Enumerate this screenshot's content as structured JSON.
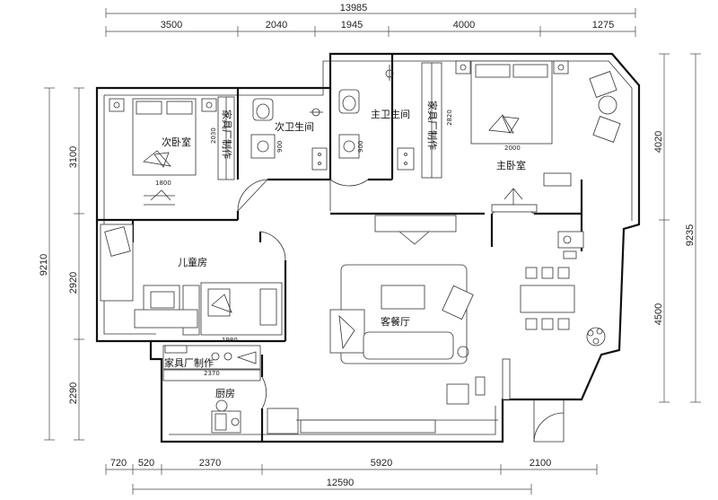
{
  "dimensions": {
    "top_total": "13985",
    "top_segments": [
      "3500",
      "2040",
      "1945",
      "4000",
      "1275"
    ],
    "bottom_segments": [
      "720",
      "520",
      "2370",
      "5920",
      "2100"
    ],
    "bottom_total": "12590",
    "left_segments": [
      "3100",
      "2920",
      "2290"
    ],
    "left_total": "9210",
    "right_segments": [
      "4020",
      "4500"
    ],
    "right_total": "9235"
  },
  "rooms": {
    "second_bedroom": "次卧室",
    "second_bathroom": "次卫生间",
    "master_bathroom": "主卫生间",
    "master_bedroom": "主卧室",
    "kids_room": "儿童房",
    "living_dining": "客餐厅",
    "kitchen": "厨房"
  },
  "labels": {
    "wardrobe_left": "家具厂制作",
    "wardrobe_right": "家具厂制作",
    "kitchen_cabinet": "家具厂制作",
    "bed_second": "1800",
    "bed_master": "2000",
    "desk_kids": "1980",
    "counter_kitchen": "2370",
    "wardrobe_depth_left": "2030",
    "wardrobe_depth_right": "2820",
    "vanity_left": "900",
    "vanity_right": "900"
  }
}
